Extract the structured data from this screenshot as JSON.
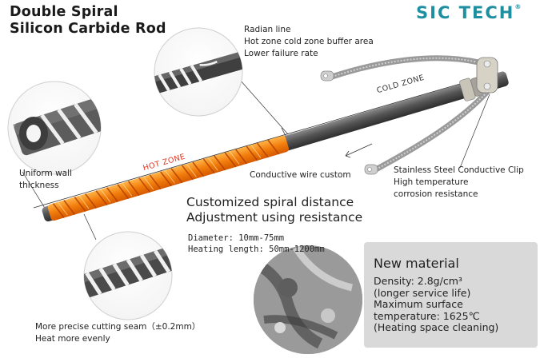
{
  "title": {
    "line1": "Double Spiral",
    "line2": "Silicon Carbide Rod"
  },
  "logo": {
    "text": "SIC TECH",
    "mark": "®",
    "color": "#1e8fa0"
  },
  "top_callout": {
    "lines": [
      "Radian line",
      "Hot zone cold zone buffer area",
      "Lower failure rate"
    ]
  },
  "zones": {
    "hot": "HOT ZONE",
    "cold": "COLD ZONE",
    "hot_color": "#f07a10"
  },
  "left_callout": {
    "lines": [
      "Uniform wall",
      "thickness"
    ]
  },
  "conductive_wire": "Conductive wire custom",
  "clip_callout": {
    "lines": [
      "Stainless Steel Conductive Clip",
      "High temperature",
      "corrosion resistance"
    ]
  },
  "headline": {
    "line1": "Customized spiral distance",
    "line2": "Adjustment using resistance"
  },
  "specs": {
    "diameter": "Diameter: 10mm-75mm",
    "heating_length": "Heating length: 50mm-1200mm"
  },
  "bottom_callout": {
    "lines": [
      "More precise cutting seam（±0.2mm）",
      "Heat more evenly"
    ]
  },
  "material": {
    "title": "New material",
    "text": "Density: 2.8g/cm³\n(longer service life)\nMaximum surface\ntemperature: 1625℃\n(Heating space cleaning)"
  }
}
